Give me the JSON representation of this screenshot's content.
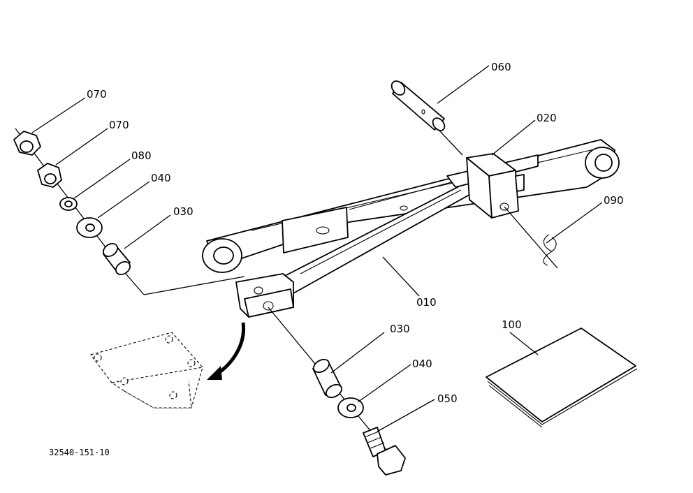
{
  "diagram": {
    "drawing_code": "32540-151-10",
    "callouts": [
      {
        "id": "c-070-a",
        "label": "070"
      },
      {
        "id": "c-070-b",
        "label": "070"
      },
      {
        "id": "c-080",
        "label": "080"
      },
      {
        "id": "c-040-a",
        "label": "040"
      },
      {
        "id": "c-030-a",
        "label": "030"
      },
      {
        "id": "c-060",
        "label": "060"
      },
      {
        "id": "c-020",
        "label": "020"
      },
      {
        "id": "c-090",
        "label": "090"
      },
      {
        "id": "c-010",
        "label": "010"
      },
      {
        "id": "c-030-b",
        "label": "030"
      },
      {
        "id": "c-040-b",
        "label": "040"
      },
      {
        "id": "c-050",
        "label": "050"
      },
      {
        "id": "c-100",
        "label": "100"
      }
    ]
  }
}
